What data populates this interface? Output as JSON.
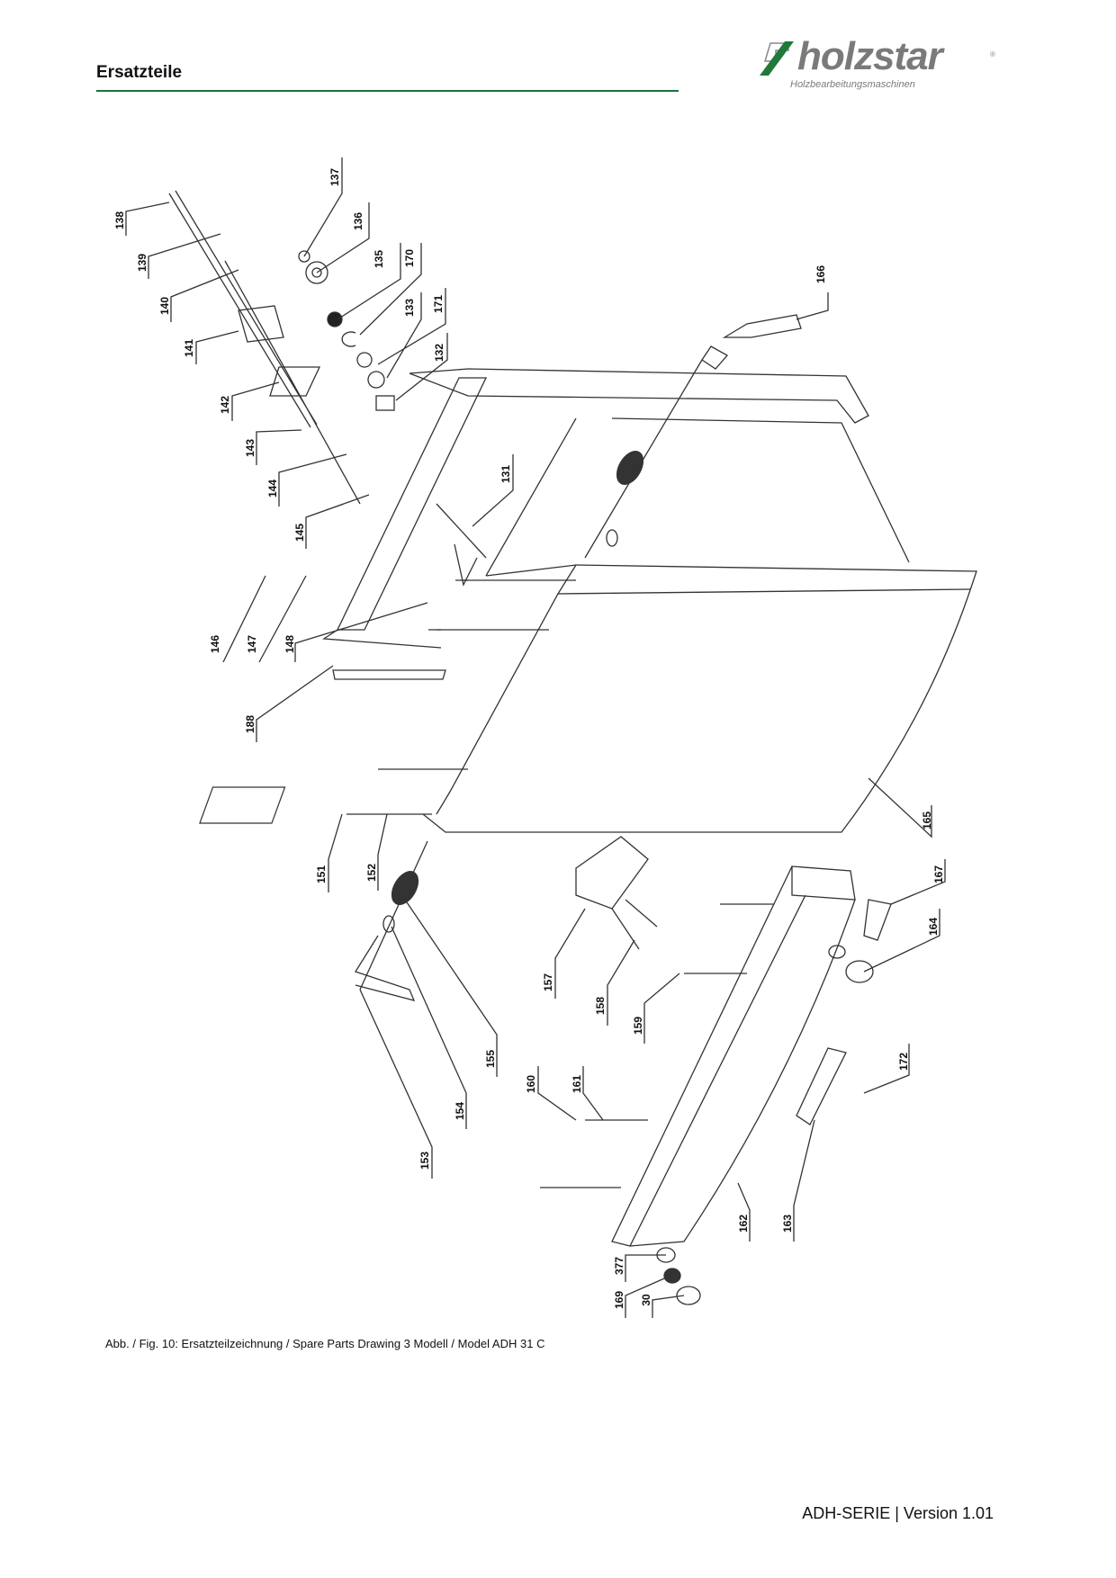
{
  "header": {
    "title": "Ersatzteile",
    "logo_text": "holzstar",
    "logo_subtitle": "Holzbearbeitungsmaschinen",
    "accent_color": "#1f6e3f"
  },
  "drawing": {
    "part_labels": [
      "138",
      "139",
      "140",
      "141",
      "142",
      "143",
      "144",
      "145",
      "146",
      "147",
      "148",
      "188",
      "151",
      "152",
      "153",
      "154",
      "155",
      "157",
      "158",
      "159",
      "160",
      "161",
      "162",
      "163",
      "172",
      "164",
      "167",
      "165",
      "166",
      "131",
      "132",
      "133",
      "171",
      "170",
      "135",
      "136",
      "137",
      "377",
      "169",
      "30"
    ]
  },
  "caption": "Abb. / Fig. 10: Ersatzteilzeichnung / Spare Parts Drawing 3 Modell / Model ADH 31 C",
  "footer": "ADH-SERIE | Version 1.01"
}
